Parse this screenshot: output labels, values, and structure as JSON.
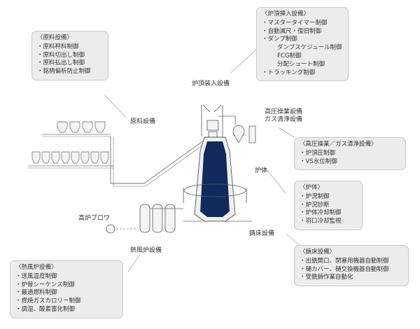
{
  "callouts": {
    "raw_material": {
      "title": "〈原料設備〉",
      "items": [
        "原料秤料制御",
        "原料切出し制御",
        "原料払出し制御",
        "銘柄偏析防止制御"
      ]
    },
    "top_charging": {
      "title": "〈炉頂挿入設備〉",
      "items": [
        "マスタータイマー制御",
        "自動減尺・復旧制御",
        "ダンプ制御"
      ],
      "sub_items": [
        "ダンプスケジュール制御",
        "FCG制御",
        "分配シュート制御"
      ],
      "tail_items": [
        "トラッキング制御"
      ]
    },
    "high_pressure": {
      "title": "〈高圧操業／ガス清浄設備〉",
      "items": [
        "炉頂圧制御",
        "VS水位制御"
      ]
    },
    "furnace": {
      "title": "〈炉体〉",
      "items": [
        "炉況制御",
        "炉況診断",
        "炉体冷却制御",
        "羽口冷却監視"
      ]
    },
    "casting": {
      "title": "〈鋳床設備〉",
      "items": [
        "出銑開口、閉塞用機器自動制御",
        "樋カバー、樋交換機器自動制御",
        "受銑鋳作業自動化"
      ]
    },
    "hot_stove": {
      "title": "〈熱風炉設備〉",
      "items": [
        "送風温度制御",
        "炉替シーケンス制御",
        "最適燃料制御",
        "燃焼ガスカロリー制御",
        "調湿、酸素富化制御"
      ]
    }
  },
  "labels": {
    "top_charging": "炉頂装入設備",
    "raw_material": "原料設備",
    "high_pressure_1": "高圧操業設備",
    "high_pressure_2": "ガス清浄設備",
    "furnace": "炉体",
    "blower": "高炉ブロワ",
    "casting": "鋳床設備",
    "hot_stove": "熱風炉設備"
  },
  "colors": {
    "furnace_fill": "#102a5c",
    "callout_bg": "#ececec",
    "line": "#9a9a9a"
  }
}
